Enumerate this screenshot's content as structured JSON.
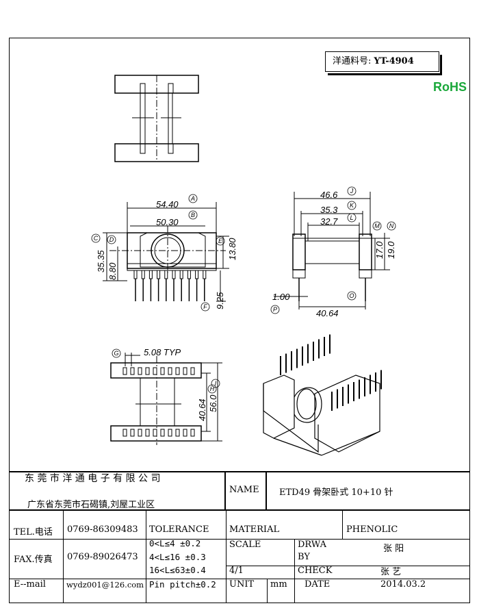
{
  "part_number": {
    "label": "洋通料号:",
    "value": "YT-4904"
  },
  "rohs": "RoHS",
  "dimensions": {
    "A": "54.40",
    "B": "50.30",
    "C": "35.35",
    "D": "8.80",
    "E": "13.80",
    "F": "9.25",
    "J": "46.6",
    "K": "35.3",
    "L": "32.7",
    "M": "17.0",
    "N": "19.0",
    "P": "1.00",
    "O": "40.64",
    "G": "5.08 TYP",
    "H": "40.64",
    "I": "56.0"
  },
  "dim_letters": [
    "A",
    "B",
    "C",
    "D",
    "E",
    "F",
    "J",
    "K",
    "L",
    "M",
    "N",
    "P",
    "O",
    "G",
    "H",
    "I"
  ],
  "title_block": {
    "company": "东 莞 市 洋 通 电 子 有 限 公 司",
    "address": "广东省东莞市石碣镇,刘屋工业区",
    "name_label": "NAME",
    "name_value": "ETD49 骨架卧式 10+10 针",
    "tel_label": "TEL.电话",
    "tel_value": "0769-86309483",
    "fax_label": "FAX.传真",
    "fax_value": "0769-89026473",
    "email_label": "E--mail",
    "email_value": "wydz001@126.com",
    "tolerance_label": "TOLERANCE",
    "tolerance_lines": [
      "0<L≤4  ±0.2",
      "4<L≤16 ±0.3",
      "16<L≤63±0.4",
      "Pin pitch±0.2"
    ],
    "material_label": "MATERIAL",
    "material_value": "PHENOLIC",
    "scale_label": "SCALE",
    "scale_value": "4/1",
    "drawn_label_1": "DRWA",
    "drawn_label_2": "BY",
    "drawn_value": "张 阳",
    "check_label": "CHECK",
    "check_value": "张 艺",
    "unit_label": "UNIT",
    "unit_value": "mm",
    "date_label": "DATE",
    "date_value": "2014.03.2"
  }
}
